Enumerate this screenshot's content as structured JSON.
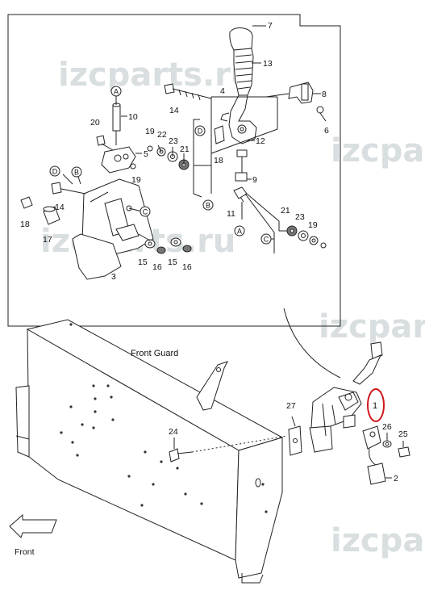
{
  "watermark": "izcparts.ru",
  "watermark_partial": "izcpa",
  "watermark_partial2": "izcpar",
  "labels": {
    "front_guard": "Front Guard",
    "front": "Front"
  },
  "callouts": {
    "A": "A",
    "B": "B",
    "C": "C",
    "D": "D"
  },
  "part_numbers": {
    "p1": "1",
    "p2": "2",
    "p3": "3",
    "p4": "4",
    "p5": "5",
    "p6": "6",
    "p7": "7",
    "p8": "8",
    "p9": "9",
    "p10": "10",
    "p11": "11",
    "p12": "12",
    "p13": "13",
    "p14a": "14",
    "p14b": "14",
    "p15a": "15",
    "p15b": "15",
    "p16a": "16",
    "p16b": "16",
    "p17": "17",
    "p18a": "18",
    "p18b": "18",
    "p19a": "19",
    "p19b": "19",
    "p19c": "19",
    "p20": "20",
    "p21a": "21",
    "p21b": "21",
    "p22": "22",
    "p23a": "23",
    "p23b": "23",
    "p24": "24",
    "p25": "25",
    "p26": "26",
    "p27": "27"
  },
  "highlight_color": "#d0181b"
}
